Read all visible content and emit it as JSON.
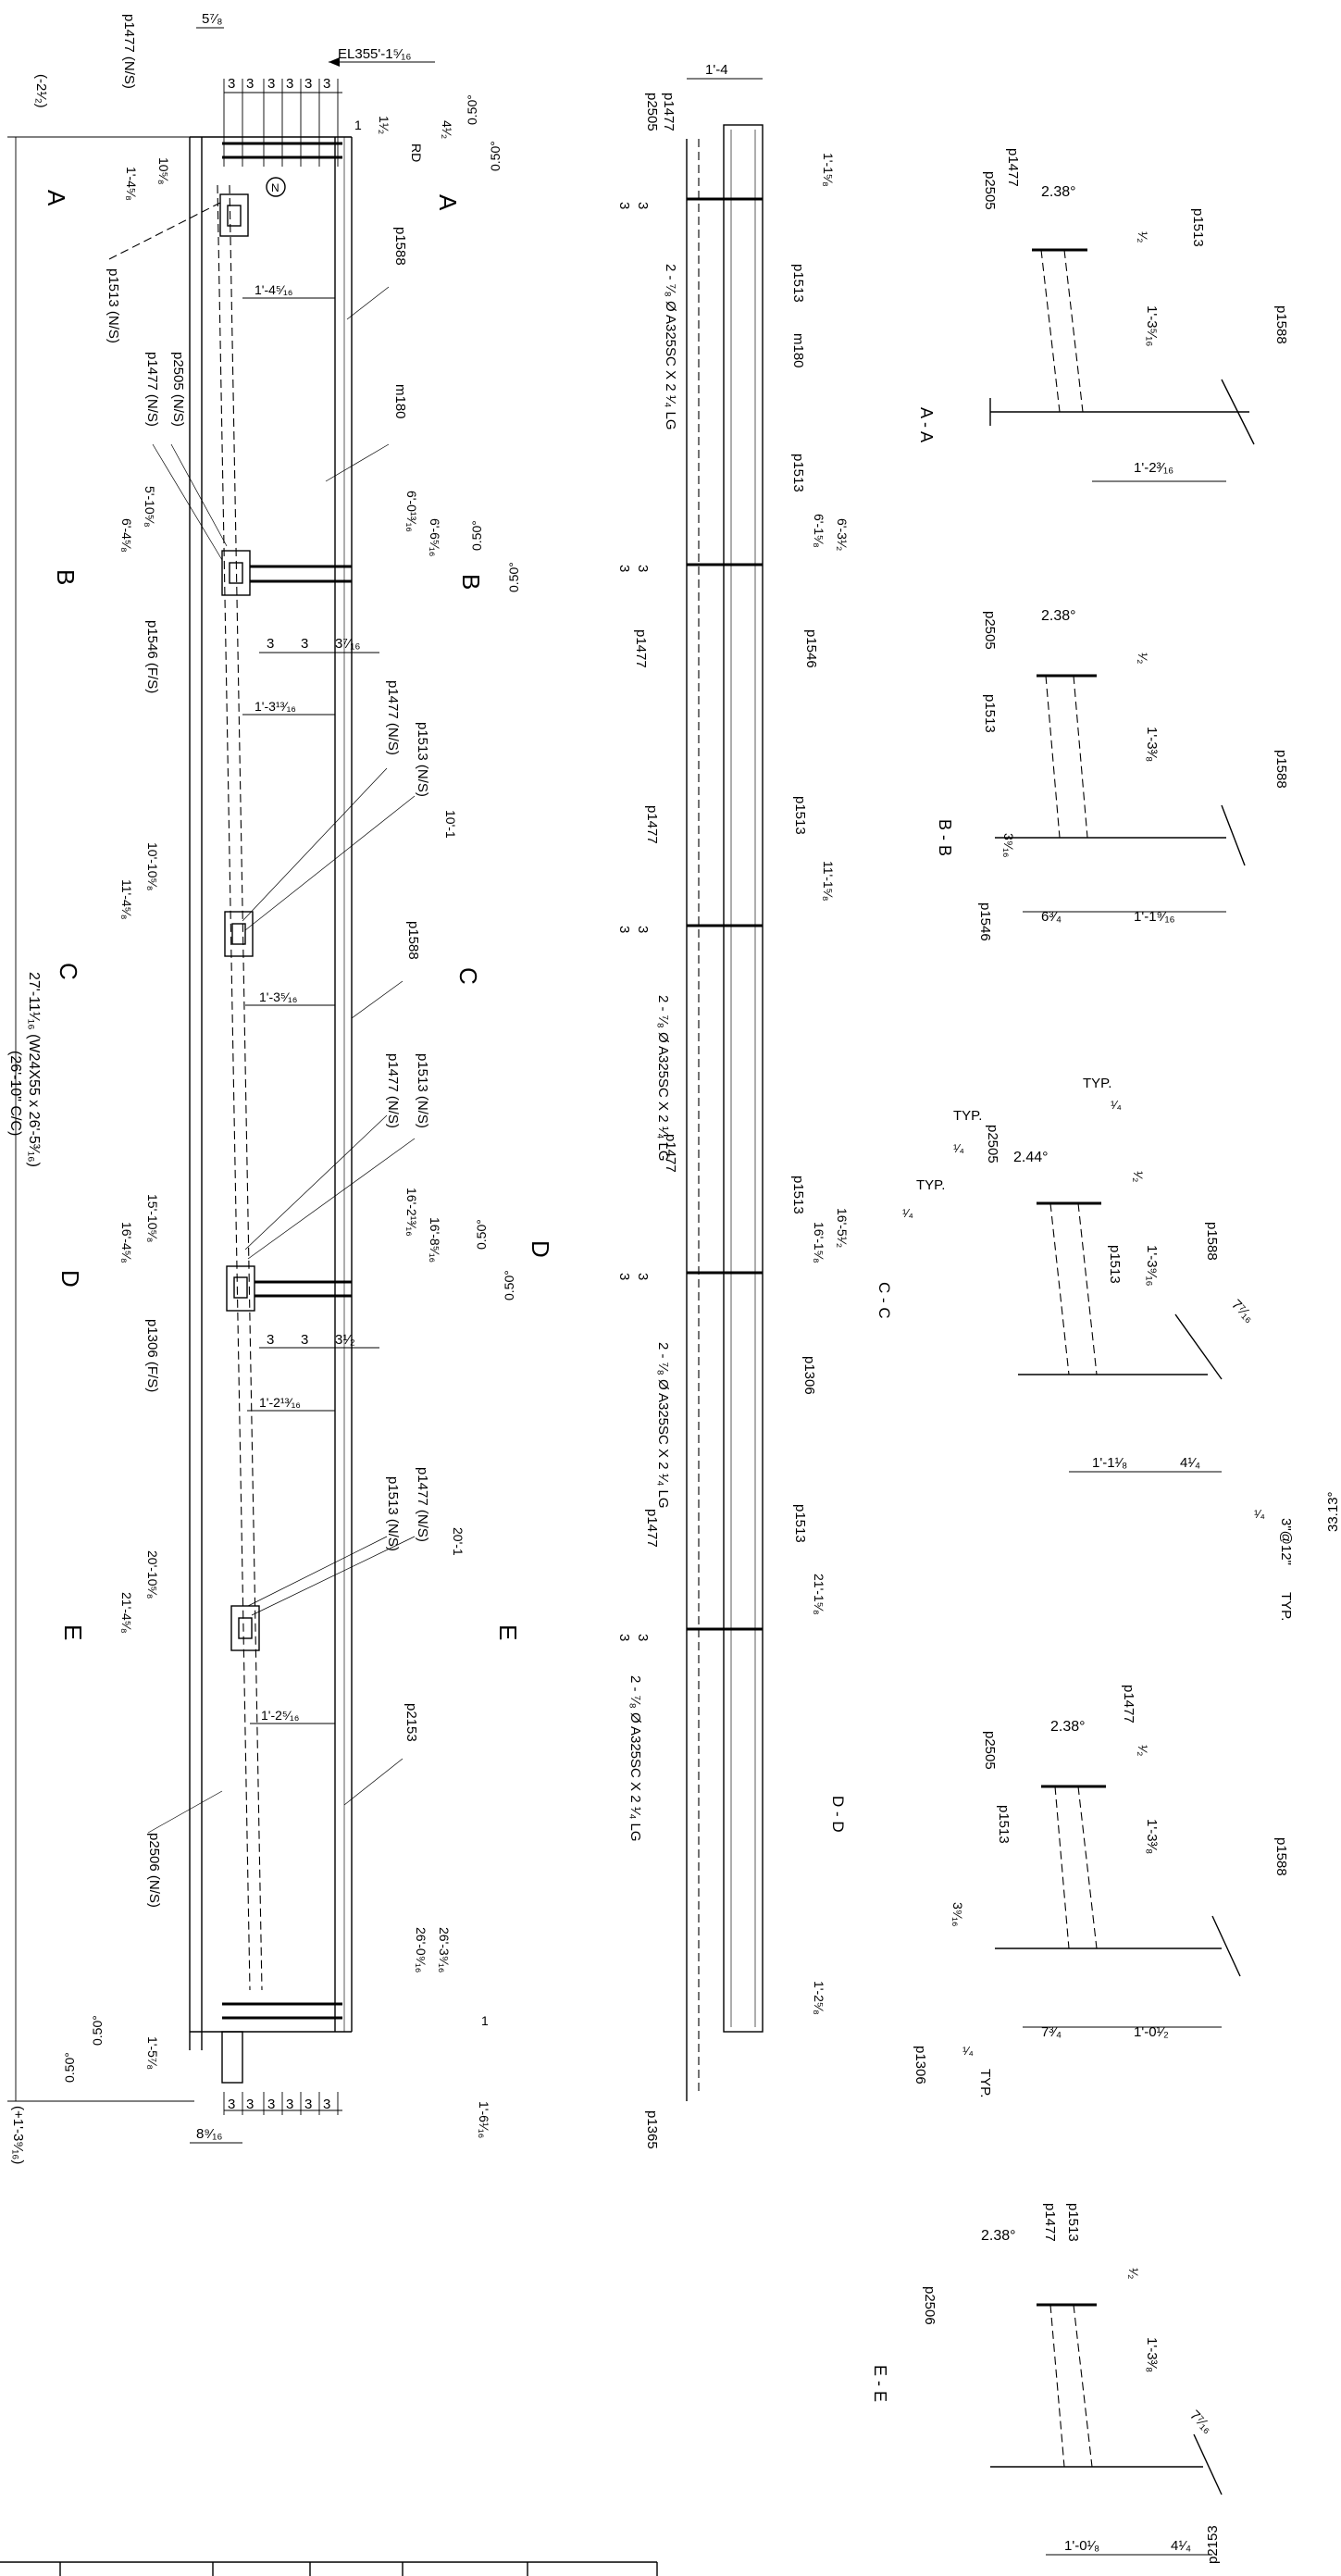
{
  "elevation": {
    "overall_length": "27'-11¹⁄₁₆ (W24X55 x 26'-5³⁄₁₆)",
    "cc_length": "(26'-10\" C/C)",
    "left_elev": "(-2¹⁄₂)",
    "right_elev": "(+1'-3⁹⁄₁₆)",
    "top_elev": "EL355'-1⁵⁄₁₆",
    "top_offset": "5⁷⁄₈",
    "bottom_offset": "8⁹⁄₁₆",
    "gauge": "3",
    "north": "N",
    "rd": "RD",
    "slope": "0.50°",
    "dims": {
      "d1": "1",
      "d1_5": "1¹⁄₂",
      "d4_5": "4¹⁄₂",
      "d1_1_6": "1'-1⁵⁄₈",
      "a1": "10⁵⁄₈",
      "a2": "1'-4⁵⁄₈",
      "a3": "1'-4⁵⁄₁₆",
      "b1": "5'-10⁵⁄₈",
      "b2": "6'-4⁵⁄₈",
      "b3": "1'-3¹³⁄₁₆",
      "b4": "6'-0¹³⁄₁₆",
      "b5": "6'-6⁵⁄₁₆",
      "b6": "3⁷⁄₁₆",
      "c1": "10'-10⁵⁄₈",
      "c2": "11'-4⁵⁄₈",
      "c3": "1'-3⁵⁄₁₆",
      "c4": "10'-1",
      "d_1": "15'-10⁵⁄₈",
      "d_2": "16'-4⁵⁄₈",
      "d_3": "1'-2¹³⁄₁₆",
      "d_4": "16'-2¹³⁄₁₆",
      "d_5": "16'-8⁵⁄₁₆",
      "d_6": "3¹⁄₂",
      "e1": "20'-10⁵⁄₈",
      "e2": "21'-4⁵⁄₈",
      "e3": "1'-2⁵⁄₁₆",
      "e4": "20'-1",
      "f1": "1'-5⁷⁄₈",
      "f2": "26'-0⁹⁄₁₆",
      "f3": "26'-3⁹⁄₁₆",
      "f4": "1'-6¹⁄₁₆"
    },
    "parts": {
      "p1477ns": "p1477 (N/S)",
      "p1513ns": "p1513 (N/S)",
      "p2505ns": "p2505 (N/S)",
      "p1546fs": "p1546 (F/S)",
      "p1306fs": "p1306 (F/S)",
      "p2506ns": "p2506 (N/S)",
      "p1588": "p1588",
      "m180": "m180",
      "p2153": "p2153"
    },
    "sections": {
      "A": "A",
      "B": "B",
      "C": "C",
      "D": "D",
      "E": "E"
    }
  },
  "top_view": {
    "width": "1'-4",
    "bolts": "2 - ⁷⁄₈ Ø A325SC X 2 ¹⁄₄ LG",
    "labels": {
      "p2505": "p2505",
      "p1477": "p1477",
      "p1513": "p1513",
      "m180": "m180",
      "p1546": "p1546",
      "p1306": "p1306",
      "p1365": "p1365"
    },
    "dims": {
      "t1": "1'-1⁵⁄₈",
      "t2": "6'-1⁵⁄₈",
      "t3": "6'-3¹⁄₂",
      "t4": "11'-1⁵⁄₈",
      "t5": "16'-1⁵⁄₈",
      "t6": "16'-5¹⁄₂",
      "t7": "21'-1⁵⁄₈",
      "t8": "1'-2⁵⁄₈"
    },
    "title_cc": "C - C",
    "title_dd": "D - D"
  },
  "sections": {
    "aa": {
      "title": "A - A",
      "angle": "2.38°",
      "half": "¹⁄₂",
      "depth": "1'-3⁵⁄₁₆",
      "width": "1'-2³⁄₁₆",
      "p2505": "p2505",
      "p1477": "p1477",
      "p1513": "p1513",
      "p1588": "p1588"
    },
    "bb": {
      "title": "B - B",
      "angle": "2.38°",
      "half": "¹⁄₂",
      "depth": "1'-3³⁄₈",
      "s1": "3⁹⁄₁₆",
      "s2": "6³⁄₄",
      "width": "1'-1⁹⁄₁₆",
      "p2505": "p2505",
      "p1513": "p1513",
      "p1588": "p1588",
      "p1546": "p1546"
    },
    "cc": {
      "angle": "2.44°",
      "half": "¹⁄₂",
      "depth": "1'-3⁹⁄₁₆",
      "width": "1'-1¹⁄₈",
      "s1": "4¹⁄₄",
      "s2": "7⁷⁄₁₆",
      "ang2": "33.13°",
      "pitch": "3\"@12\"",
      "typ": "TYP.",
      "quarter": "¹⁄₄",
      "p2505": "p2505",
      "p1513": "p1513",
      "p1588": "p1588"
    },
    "dd": {
      "angle": "2.38°",
      "half": "¹⁄₂",
      "depth": "1'-3³⁄₈",
      "s1": "3⁹⁄₁₆",
      "s2": "7³⁄₄",
      "width": "1'-0¹⁄₂",
      "typ": "TYP.",
      "quarter": "¹⁄₄",
      "p2505": "p2505",
      "p1477": "p1477",
      "p1513": "p1513",
      "p1588": "p1588",
      "p1306": "p1306"
    },
    "ee": {
      "title": "E - E",
      "angle": "2.38°",
      "half": "¹⁄₂",
      "depth": "1'-3³⁄₈",
      "s1": "7⁷⁄₁₆",
      "width": "1'-0¹⁄₈",
      "s2": "4¹⁄₄",
      "p2506": "p2506",
      "p1477": "p1477",
      "p1513": "p1513",
      "p2153": "p2153"
    }
  }
}
